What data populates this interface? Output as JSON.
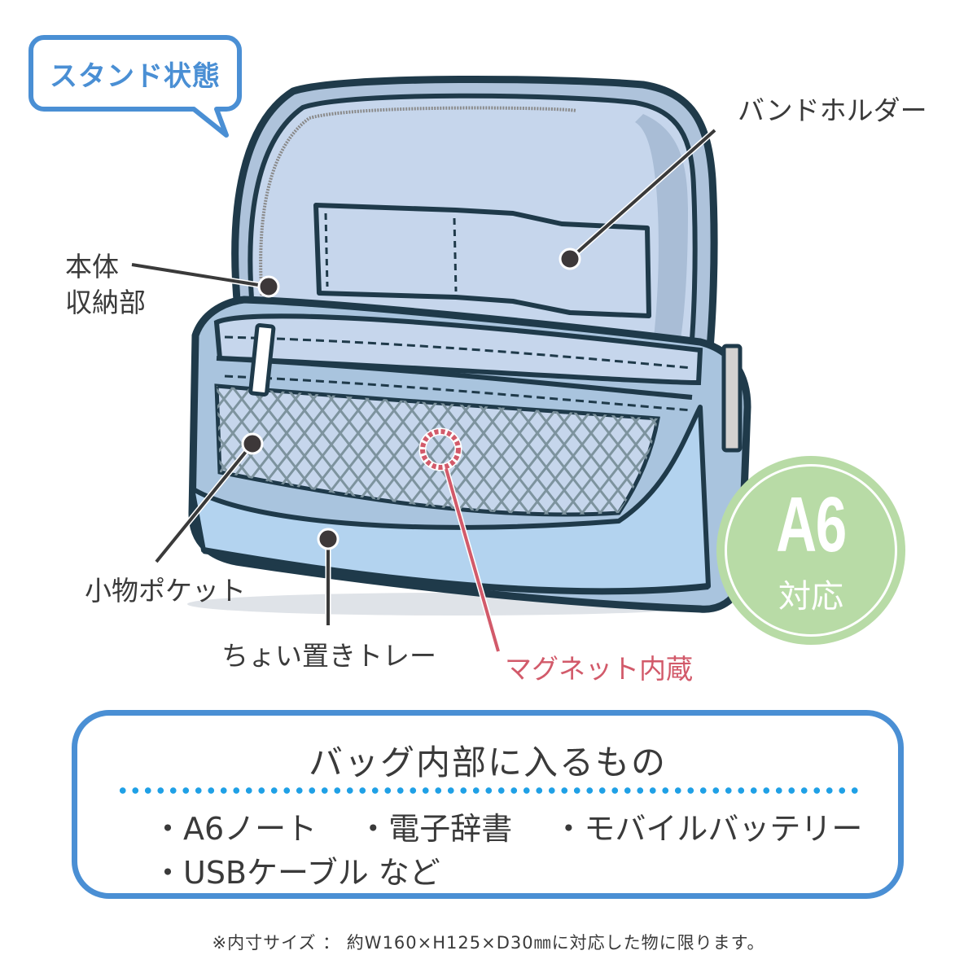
{
  "speech_bubble": {
    "text": "スタンド状態"
  },
  "callouts": {
    "band_holder": "バンドホルダー",
    "main_storage_line1": "本体",
    "main_storage_line2": "収納部",
    "small_pocket": "小物ポケット",
    "tray": "ちょい置きトレー",
    "magnet": "マグネット内蔵"
  },
  "badge": {
    "big": "A6",
    "small": "対応",
    "color": "#b8dba6"
  },
  "contents_box": {
    "title": "バッグ内部に入るもの",
    "row1": [
      "・A6ノート",
      "・電子辞書",
      "・モバイルバッテリー"
    ],
    "row2": [
      "・USBケーブル など"
    ]
  },
  "footnote": "※内寸サイズ ： 約W160×H125×D30㎜に対応した物に限ります。",
  "colors": {
    "accent_blue": "#4a8fd4",
    "dot_blue": "#1fa0e6",
    "magnet_red": "#d25a6a",
    "badge_green": "#b8dba6",
    "outline_navy": "#1f3a4a",
    "bag_light": "#c6d6ec",
    "bag_mid": "#a9c4de",
    "tray_blue": "#b3d3ef"
  }
}
